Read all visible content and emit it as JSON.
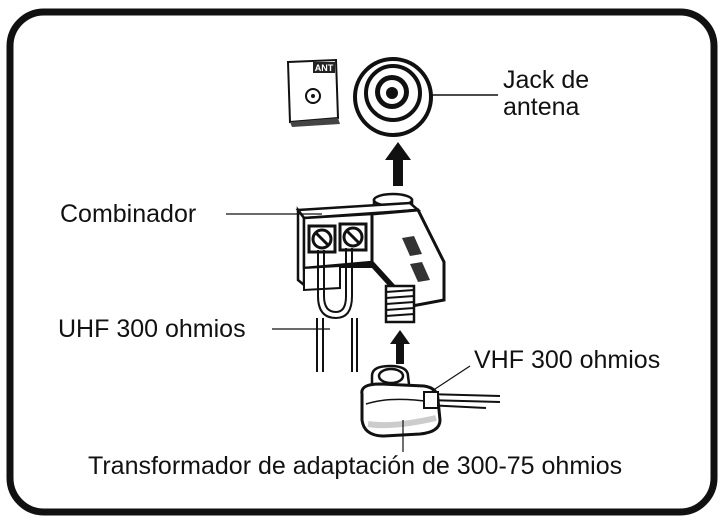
{
  "labels": {
    "jack_line1": "Jack de",
    "jack_line2": "antena",
    "combiner": "Combinador",
    "uhf": "UHF 300 ohmios",
    "vhf": "VHF 300 ohmios",
    "transformer": "Transformador de adaptación de 300-75 ohmios",
    "ant_tag": "ANT"
  },
  "colors": {
    "ink": "#111111",
    "background": "#ffffff",
    "shade": "#d9d9d9"
  }
}
